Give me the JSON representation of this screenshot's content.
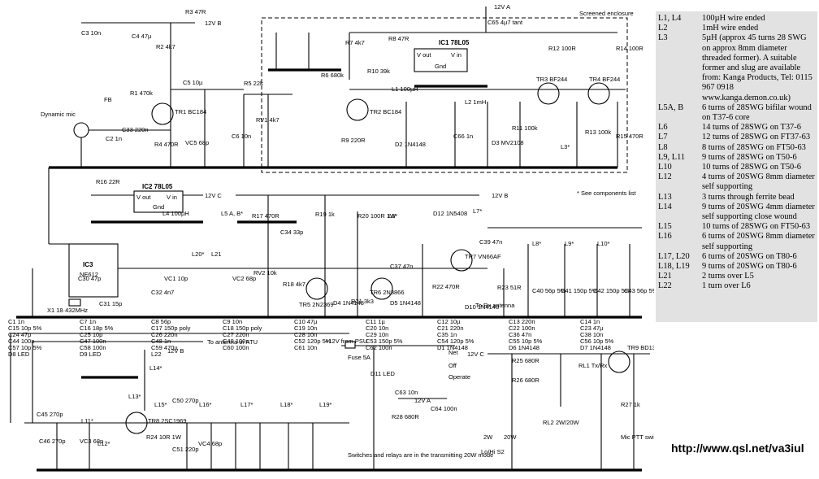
{
  "schematic": {
    "enclosure_label": "Screened enclosure",
    "note_components": "* See components list",
    "note_switches": "Switches and relays are in the transmitting 20W mode",
    "rails": {
      "b": "12V B",
      "a": "12V A",
      "c": "12V C",
      "antenna": "To antenna or ATU",
      "rx_antenna": "To Rx antenna",
      "psu": "+12V from PSU"
    },
    "ics": [
      {
        "ref": "IC1 78L05",
        "pins": [
          "V out",
          "V in",
          "Gnd"
        ]
      },
      {
        "ref": "IC2 78L05",
        "pins": [
          "V out",
          "V in",
          "Gnd"
        ]
      },
      {
        "ref": "IC3",
        "part": "NE612"
      }
    ],
    "labels": {
      "mic": "Dynamic mic",
      "tr1": "TR1 BC184",
      "tr2": "TR2 BC184",
      "tr3": "TR3 BF244",
      "tr4": "TR4 BF244",
      "tr5": "TR5 2N2369",
      "tr6": "TR6 2N3866",
      "tr7": "TR7 VN66AF",
      "tr8": "TR8 2SC1969",
      "tr9": "TR9 BD132",
      "x1": "X1 18·432MHz",
      "fuse": "Fuse 5A",
      "operate": "Operate",
      "net": "Net",
      "off": "Off",
      "lohi": "Lo/Hi S2",
      "w2": "2W",
      "w20": "20W",
      "rl1": "RL1 Tx/Rx",
      "rl2": "RL2 2W/20W",
      "mic_ptt": "Mic PTT switch"
    },
    "components": [
      "R3 47R",
      "R2 4k7",
      "R1 470k",
      "R4 470R",
      "R5 22k",
      "R6 680k",
      "R7 4k7",
      "R8 47R",
      "R9 220R",
      "R10 39k",
      "R11 100k",
      "R12 100R",
      "R13 100k",
      "R14 100R",
      "R15 470R",
      "R16 22R",
      "R17 470R",
      "R18 4k7",
      "R19 1k",
      "R20 100R 1W",
      "R21 3k3",
      "R22 470R",
      "R23 51R",
      "R24 10R 1W",
      "R25 680R",
      "R26 680R",
      "R27 1k",
      "R28 680R",
      "RV1 4k7",
      "RV2 10k",
      "C1 1n",
      "C2 1n",
      "C3 10n",
      "C4 47µ",
      "C5 10µ",
      "C6 10n",
      "C7 1n",
      "C8 56p",
      "C9 10n",
      "C10 47µ",
      "C11 1µ",
      "C12 10µ",
      "C13 220n",
      "C14 1n",
      "C15 10p 5%",
      "C16 18p 5%",
      "C17 150p poly",
      "C18 150p poly",
      "C19 10n",
      "C20 10n",
      "C21 220n",
      "C22 100n",
      "C23 47µ",
      "C24 47p",
      "C25 10p",
      "C26 220n",
      "C27 220n",
      "C28 10n",
      "C29 10n",
      "C30 47p",
      "C31 15p",
      "C32 4n7",
      "C33 220n",
      "C34 33p",
      "C35 1n",
      "C36 47n",
      "C37 47n",
      "C38 10n",
      "C39 47n",
      "C40 56p 5%",
      "C41 150p 5%",
      "C42 150p 5%",
      "C43 56p 5%",
      "C44 100n",
      "C45 270p",
      "C46 270p",
      "C47 100n",
      "C48 1n",
      "C49 100n",
      "C50 270p",
      "C51 220p",
      "C52 120p 5%",
      "C53 150p 5%",
      "C54 120p 5%",
      "C55 10p 5%",
      "C56 10p 5%",
      "C57 10p 5%",
      "C58 100n",
      "C59 470µ",
      "C60 100n",
      "C61 10n",
      "C62 100n",
      "C63 10n",
      "C64 100n",
      "C65 4µ7 tant",
      "C66 1n",
      "VC1 10p",
      "VC2 68p",
      "VC3 68p",
      "VC4 68p",
      "VC5 68p",
      "D1 1N4148",
      "D2 1N4148",
      "D3 MV2108",
      "D4 1N4148",
      "D5 1N4148",
      "D6 1N4148",
      "D7 1N4148",
      "D8 LED",
      "D9 LED",
      "D10 1N4148",
      "D11 LED",
      "D12 1N5408",
      "FB",
      "L1 100µH",
      "L2 1mH",
      "L3*",
      "L4 100µH",
      "L5 A, B*",
      "L6*",
      "L7*",
      "L8*",
      "L9*",
      "L10*",
      "L11*",
      "L12*",
      "L13*",
      "L14*",
      "L15*",
      "L16*",
      "L17*",
      "L18*",
      "L19*",
      "L20*",
      "L21",
      "L22"
    ]
  },
  "parts_list": [
    {
      "ref": "L1, L4",
      "desc": "100µH wire ended"
    },
    {
      "ref": "L2",
      "desc": "1mH wire ended"
    },
    {
      "ref": "L3",
      "desc": "5µH (approx 45 turns 28 SWG on approx 8mm diameter threaded former). A suitable former and slug are available from: Kanga Products, Tel: 0115 967 0918 www.kanga.demon.co.uk)"
    },
    {
      "ref": "L5A, B",
      "desc": "6 turns of 28SWG bifilar wound on T37-6 core"
    },
    {
      "ref": "L6",
      "desc": "14 turns of 28SWG on T37-6"
    },
    {
      "ref": "L7",
      "desc": "12 turns of 28SWG on FT37-63"
    },
    {
      "ref": "L8",
      "desc": "8 turns of 28SWG on FT50-63"
    },
    {
      "ref": "L9, L11",
      "desc": "9 turns of 28SWG on T50-6"
    },
    {
      "ref": "L10",
      "desc": "10 turns of 28SWG on T50-6"
    },
    {
      "ref": "L12",
      "desc": "4 turns of 20SWG 8mm diameter self supporting"
    },
    {
      "ref": "L13",
      "desc": "3 turns through ferrite bead"
    },
    {
      "ref": "L14",
      "desc": "9 turns of 20SWG 4mm diameter self supporting close wound"
    },
    {
      "ref": "L15",
      "desc": "10 turns of 28SWG on FT50-63"
    },
    {
      "ref": "L16",
      "desc": "6 turns of 20SWG 8mm diameter self supporting"
    },
    {
      "ref": "L17, L20",
      "desc": "6 turns of 20SWG on T80-6"
    },
    {
      "ref": "L18, L19",
      "desc": "9 turns of 20SWG on T80-6"
    },
    {
      "ref": "L21",
      "desc": "2 turns over L5"
    },
    {
      "ref": "L22",
      "desc": "1 turn over L6"
    }
  ],
  "url": "http://www.qsl.net/va3iul"
}
